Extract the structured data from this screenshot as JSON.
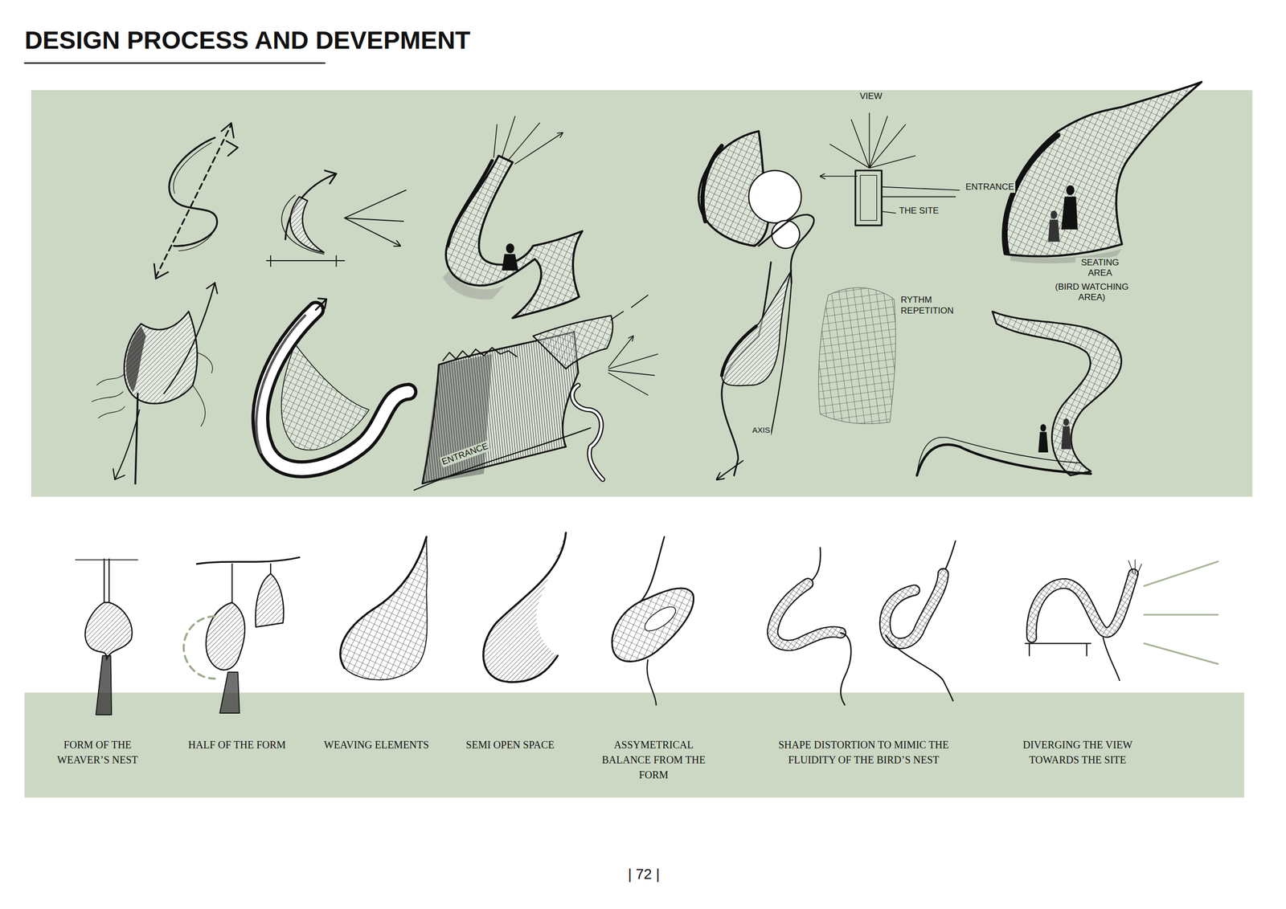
{
  "diagram": {
    "title": "DESIGN PROCESS AND DEVEPMENT",
    "labels": [
      "VIEW",
      "ENTRANCE",
      "THE SITE",
      "RYTHM REPETITION",
      "SEATING AREA",
      "(BIRD WATCHING AREA)",
      "ENTRANCE",
      "AXIS",
      "FORM OF THE WEAVER’S NEST",
      "HALF OF THE FORM",
      "WEAVING ELEMENTS",
      "SEMI OPEN SPACE",
      "ASSYMETRICAL BALANCE FROM THE FORM",
      "SHAPE DISTORTION TO MIMIC THE FLUIDITY OF THE BIRD’S NEST",
      "DIVERGING THE VIEW TOWARDS THE SITE",
      "| 72 |"
    ]
  }
}
